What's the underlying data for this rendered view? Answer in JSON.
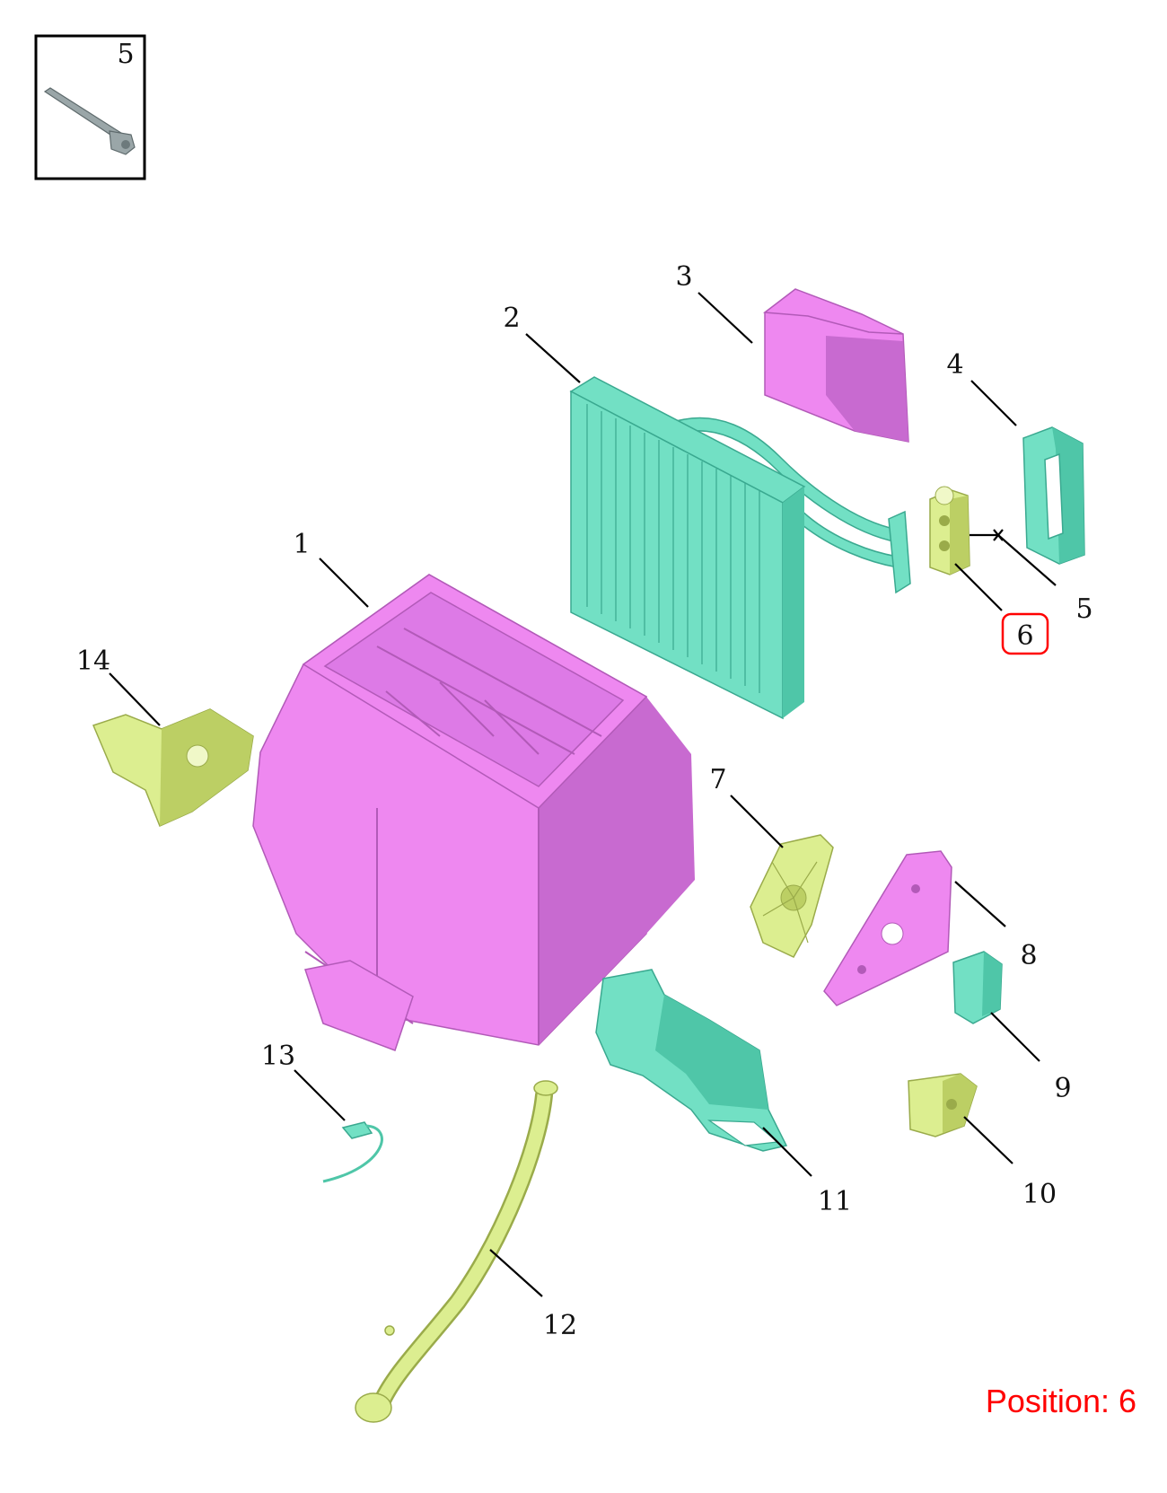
{
  "inset": {
    "callout": "5",
    "part_icon": "bolt-icon"
  },
  "callouts": {
    "c1": "1",
    "c2": "2",
    "c3": "3",
    "c4": "4",
    "c5": "5",
    "c6": "6",
    "c7": "7",
    "c8": "8",
    "c9": "9",
    "c10": "10",
    "c11": "11",
    "c12": "12",
    "c13": "13",
    "c14": "14"
  },
  "highlight": {
    "callout": "6",
    "color": "#ff0000"
  },
  "position_label": "Position: 6",
  "colors": {
    "pink": "#ee88f0",
    "teal": "#72e0c4",
    "yellow": "#dcee90",
    "highlight": "#ff0000"
  }
}
